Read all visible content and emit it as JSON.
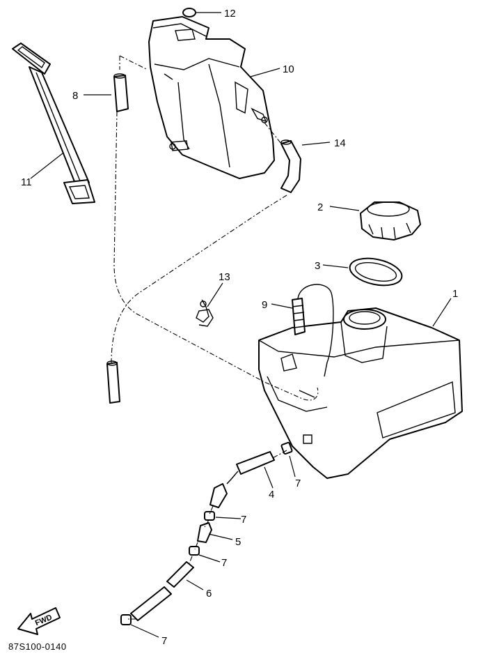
{
  "labels": {
    "p1": "1",
    "p2": "2",
    "p3": "3",
    "p4": "4",
    "p5": "5",
    "p6": "6",
    "p7a": "7",
    "p7b": "7",
    "p7c": "7",
    "p7d": "7",
    "p8": "8",
    "p9": "9",
    "p10": "10",
    "p11": "11",
    "p12": "12",
    "p13": "13",
    "p14": "14"
  },
  "fwd_arrow": "FWD",
  "drawing_code": "87S100-0140"
}
